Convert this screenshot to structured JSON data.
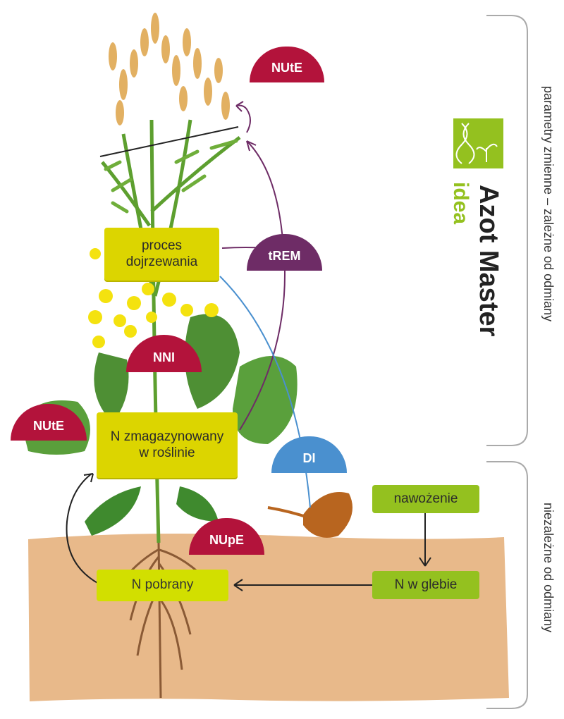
{
  "labels": {
    "maturation": "proces dojrzewania",
    "n_stored": "N zmagazynowany w roślinie",
    "fertilization": "nawożenie",
    "n_soil": "N w glebie",
    "n_uptake": "N pobrany"
  },
  "badges": {
    "nute_top": "NUtE",
    "nute_left": "NUtE",
    "trem": "tREM",
    "nni": "NNI",
    "di": "DI",
    "nupe": "NUpE"
  },
  "side": {
    "variable_params": "parametry zmienne – zależne od odmiany",
    "independent": "niezależne od odmiany"
  },
  "brand": {
    "title": "Azot Master",
    "subtitle": "idea"
  },
  "colors": {
    "red": "#b3133b",
    "purple": "#6e2c66",
    "blue": "#4a90cf",
    "yellow_box": "#dcd500",
    "green_box": "#94c11f",
    "soil": "#e8b98a"
  }
}
